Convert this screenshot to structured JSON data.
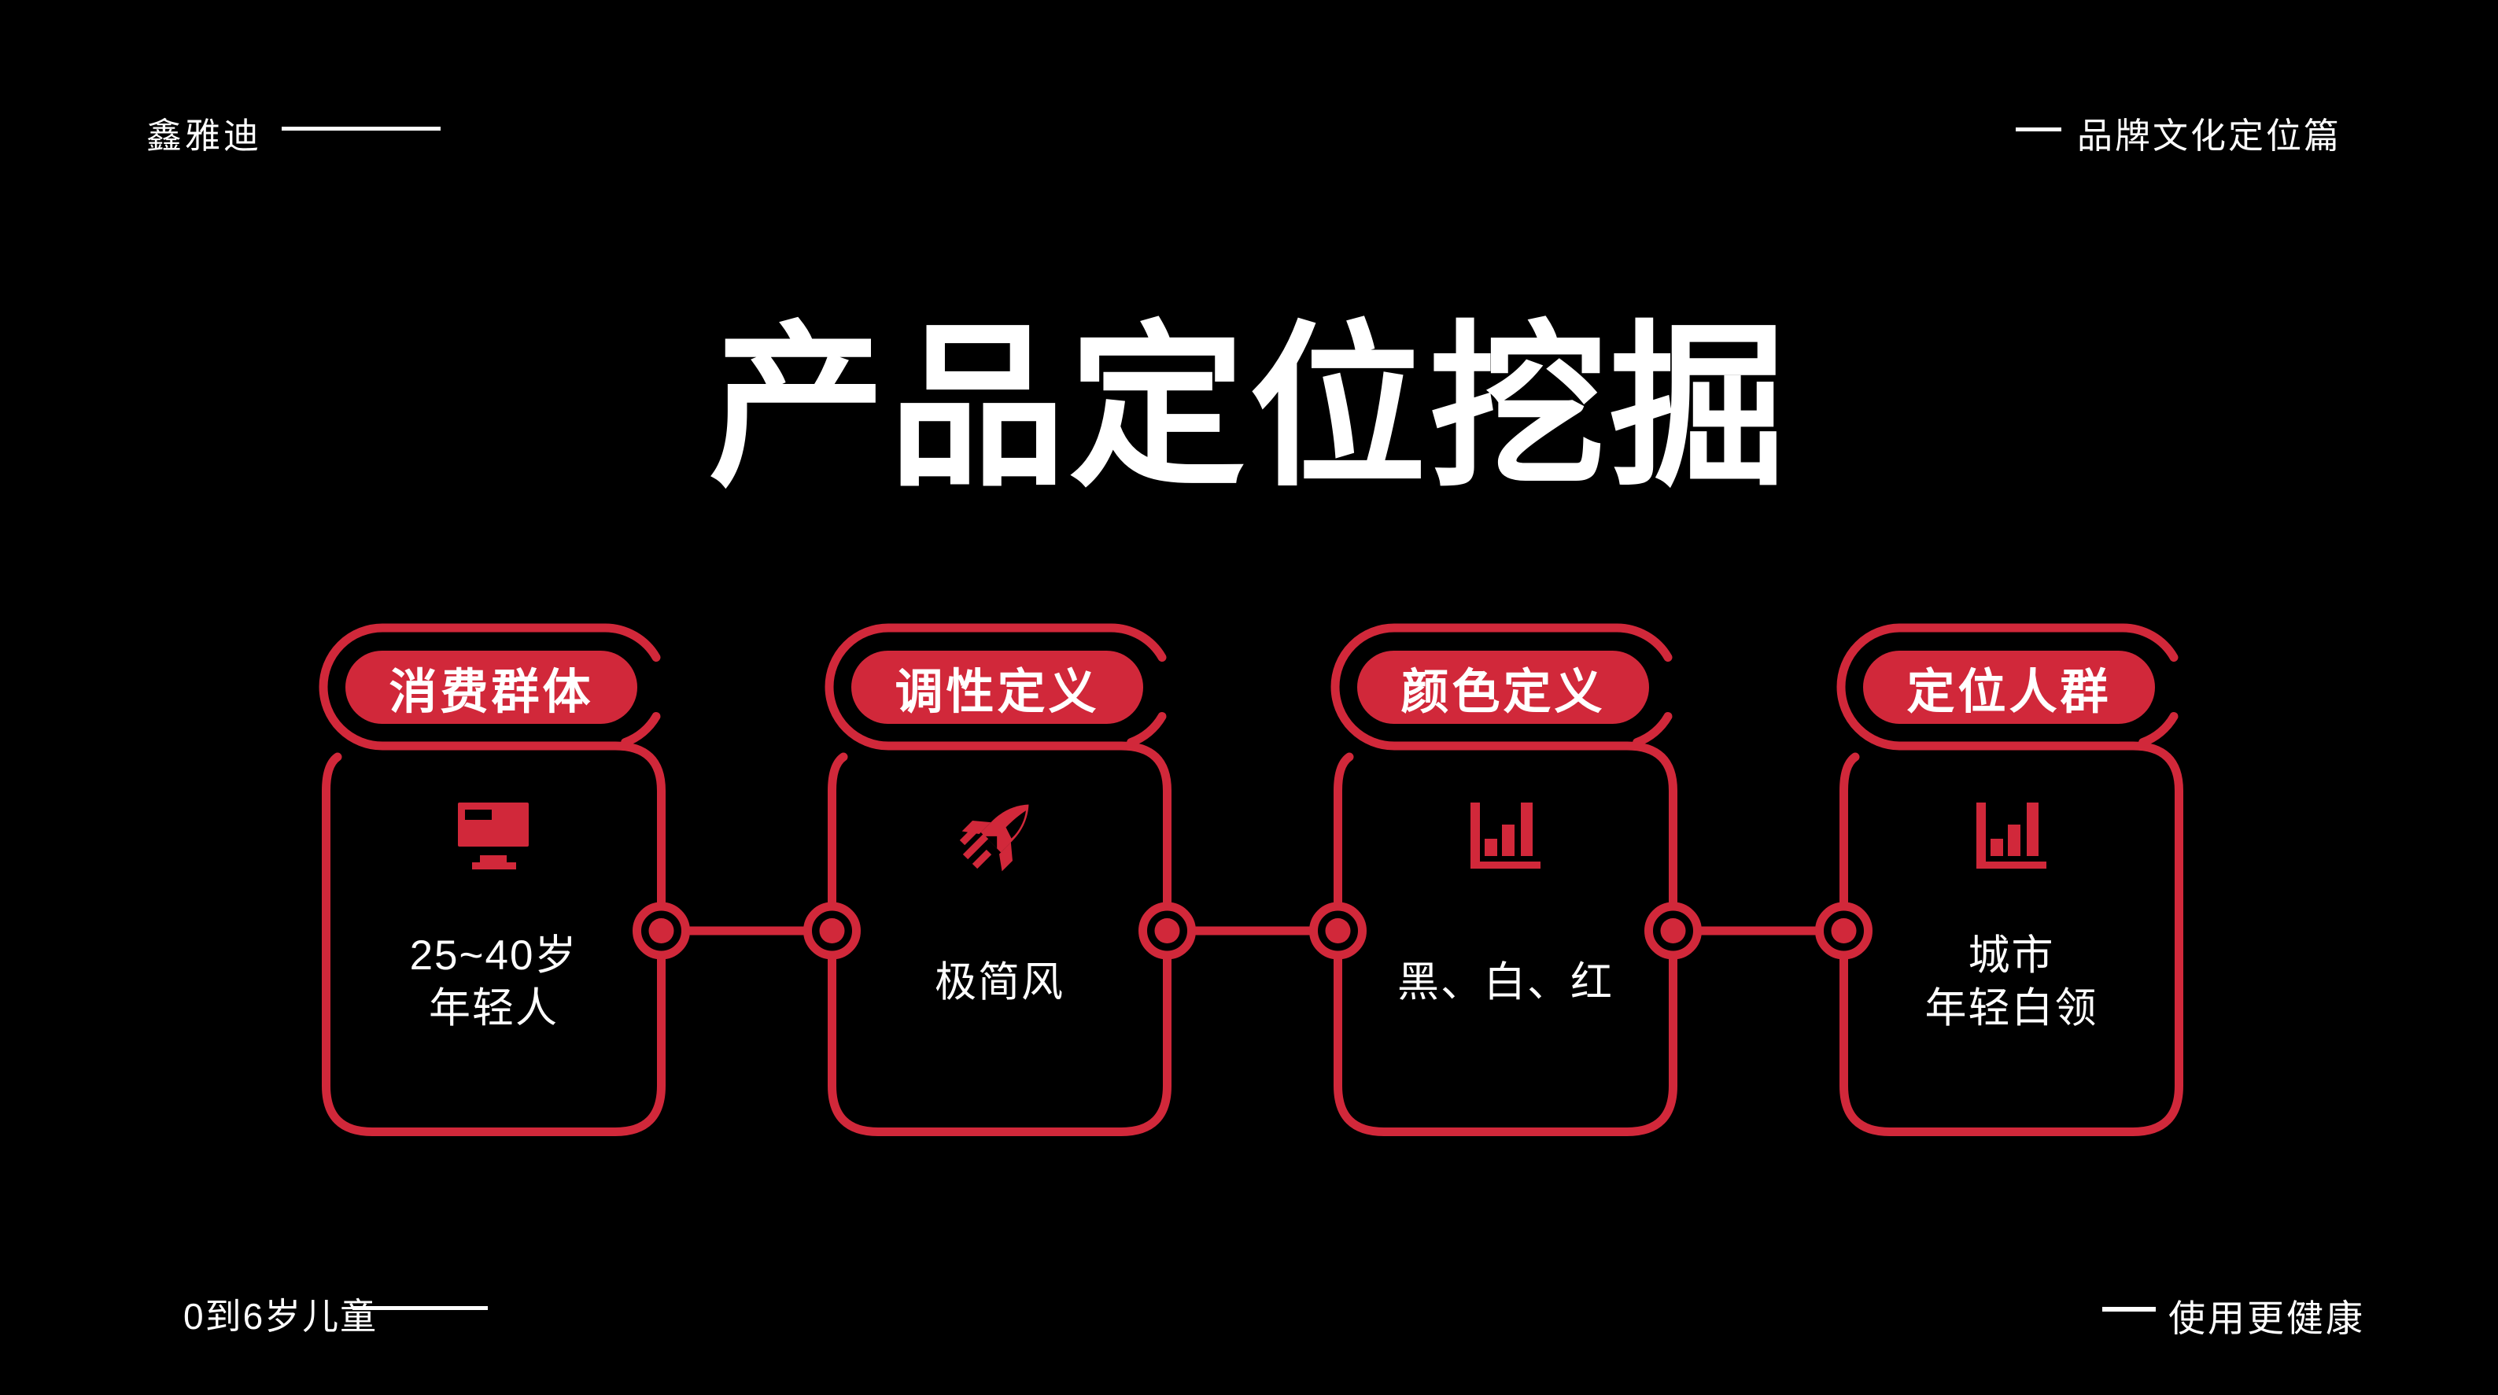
{
  "colors": {
    "background": "#000000",
    "accent": "#d1283a",
    "text": "#ffffff"
  },
  "header": {
    "brand": "鑫雅迪",
    "right_label": "品牌文化定位篇"
  },
  "title": "产品定位挖掘",
  "cards": [
    {
      "label": "消费群体",
      "icon": "monitor-icon",
      "lines": [
        "25~40岁",
        "年轻人"
      ]
    },
    {
      "label": "调性定义",
      "icon": "rocket-icon",
      "lines": [
        "极简风"
      ]
    },
    {
      "label": "颜色定义",
      "icon": "bar-chart-icon",
      "lines": [
        "黑、白、红"
      ]
    },
    {
      "label": "定位人群",
      "icon": "bar-chart-icon",
      "lines": [
        "城市",
        "年轻白领"
      ]
    }
  ],
  "footer": {
    "left_label": "0到6岁儿童",
    "right_label": "使用更健康"
  }
}
